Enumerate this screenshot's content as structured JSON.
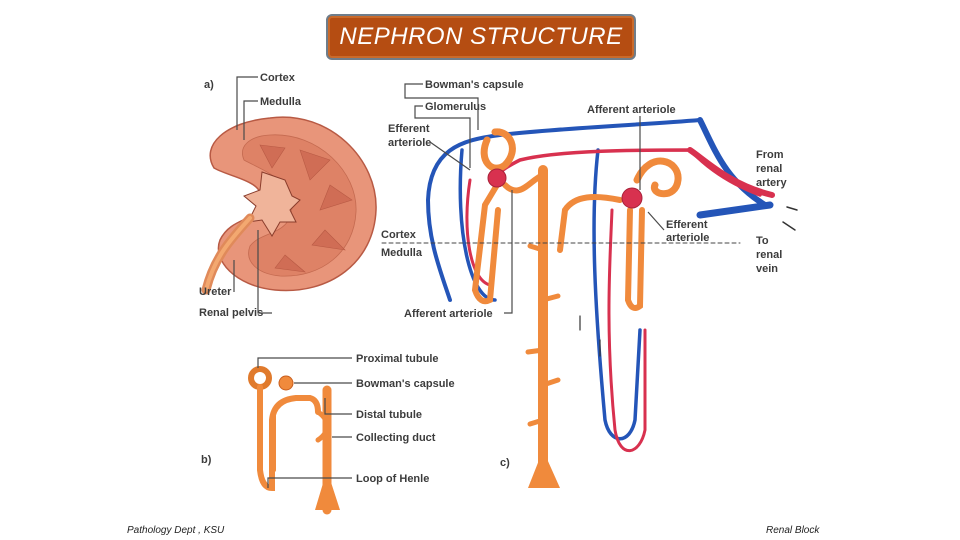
{
  "title": "NEPHRON  STRUCTURE",
  "footer": {
    "left": "Pathology Dept , KSU",
    "right": "Renal   Block"
  },
  "panel_a": {
    "letter": "a)",
    "labels": {
      "cortex": "Cortex",
      "medulla": "Medulla",
      "ureter": "Ureter",
      "renal_pelvis": "Renal pelvis"
    }
  },
  "panel_b": {
    "letter": "b)",
    "labels": {
      "proximal_tubule": "Proximal tubule",
      "bowmans_capsule": "Bowman's capsule",
      "distal_tubule": "Distal tubule",
      "collecting_duct": "Collecting duct",
      "loop_of_henle": "Loop of Henle"
    }
  },
  "panel_c": {
    "letter": "c)",
    "labels": {
      "bowmans_capsule": "Bowman's capsule",
      "glomerulus": "Glomerulus",
      "efferent_arteriole_1": "Efferent",
      "efferent_arteriole_2": "arteriole",
      "afferent_arteriole_top": "Afferent arteriole",
      "from_renal_artery_1": "From",
      "from_renal_artery_2": "renal",
      "from_renal_artery_3": "artery",
      "efferent_arteriole_right_1": "Efferent",
      "efferent_arteriole_right_2": "arteriole",
      "to_renal_vein_1": "To",
      "to_renal_vein_2": "renal",
      "to_renal_vein_3": "vein",
      "cortex": "Cortex",
      "medulla": "Medulla",
      "afferent_arteriole_bottom": "Afferent arteriole"
    }
  },
  "colors": {
    "title_bg": "#b54d12",
    "tubule": "#f08a3c",
    "artery": "#d8314f",
    "vein": "#2455b8",
    "kidney": "#e8957a"
  }
}
